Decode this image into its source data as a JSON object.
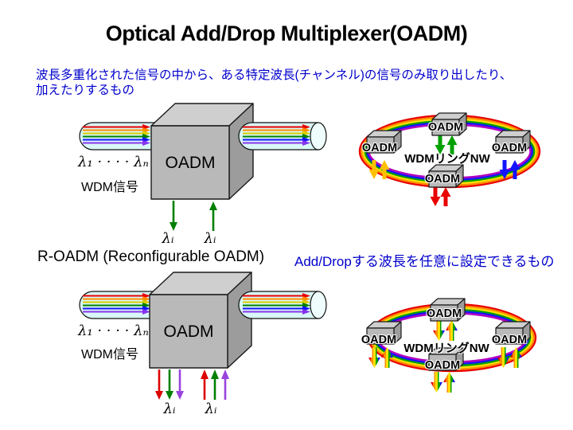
{
  "slide": {
    "title": "Optical Add/Drop Multiplexer(OADM)",
    "intro_line1": "波長多重化された信号の中から、ある特定波長(チャンネル)の信号のみ取り出したり、",
    "intro_line2": "加えたりするもの",
    "roadm_heading": "R-OADM (Reconfigurable OADM)",
    "roadm_note": "Add/Dropする波長を任意に設定できるもの"
  },
  "oadm_diagram": {
    "device_label": "OADM",
    "input_label": "λ₁ · · · · λₙ",
    "signal_label": "WDM信号",
    "drop_label": "λᵢ",
    "add_label": "λᵢ"
  },
  "roadm_diagram": {
    "device_label": "OADM",
    "input_label": "λ₁ · · · · λₙ",
    "signal_label": "WDM信号",
    "drop_label": "λᵢ",
    "add_label": "λᵢ"
  },
  "ring_top": {
    "center_label": "WDMリングNW",
    "nodes": [
      "OADM",
      "OADM",
      "OADM",
      "OADM"
    ]
  },
  "ring_bottom": {
    "center_label": "WDMリングNW",
    "nodes": [
      "OADM",
      "OADM",
      "OADM",
      "OADM"
    ]
  },
  "colors": {
    "heading_text": "#0000CC",
    "drop_add_green": "#00A000",
    "drop_add_yellow": "#FFC000",
    "drop_add_blue": "#1414FF",
    "drop_add_red": "#E80000"
  }
}
